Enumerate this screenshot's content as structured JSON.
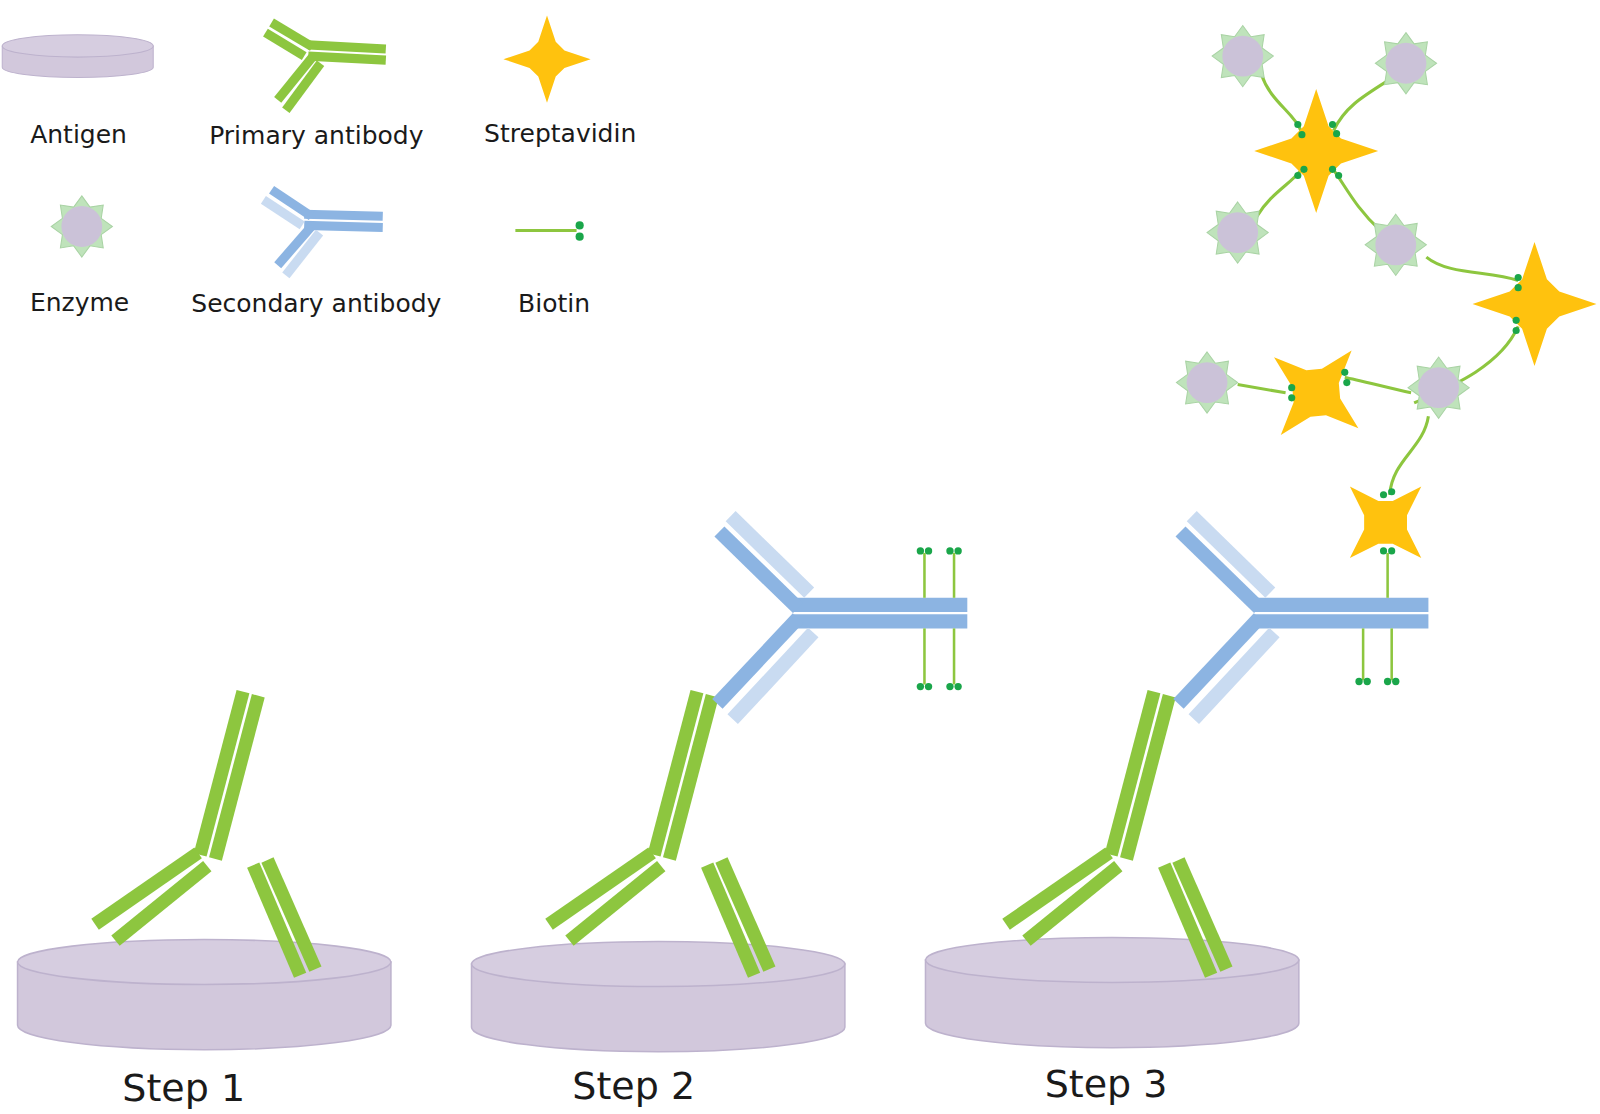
{
  "diagram": {
    "labels": [
      "Step 1",
      "Step 2",
      "Step 3"
    ],
    "legend": [
      {
        "text": "Antigen"
      },
      {
        "text": "Primary antibody"
      },
      {
        "text": "Streptavidin"
      },
      {
        "text": "Enzyme"
      },
      {
        "text": "Secondary antibody"
      },
      {
        "text": "Biotin"
      }
    ]
  }
}
